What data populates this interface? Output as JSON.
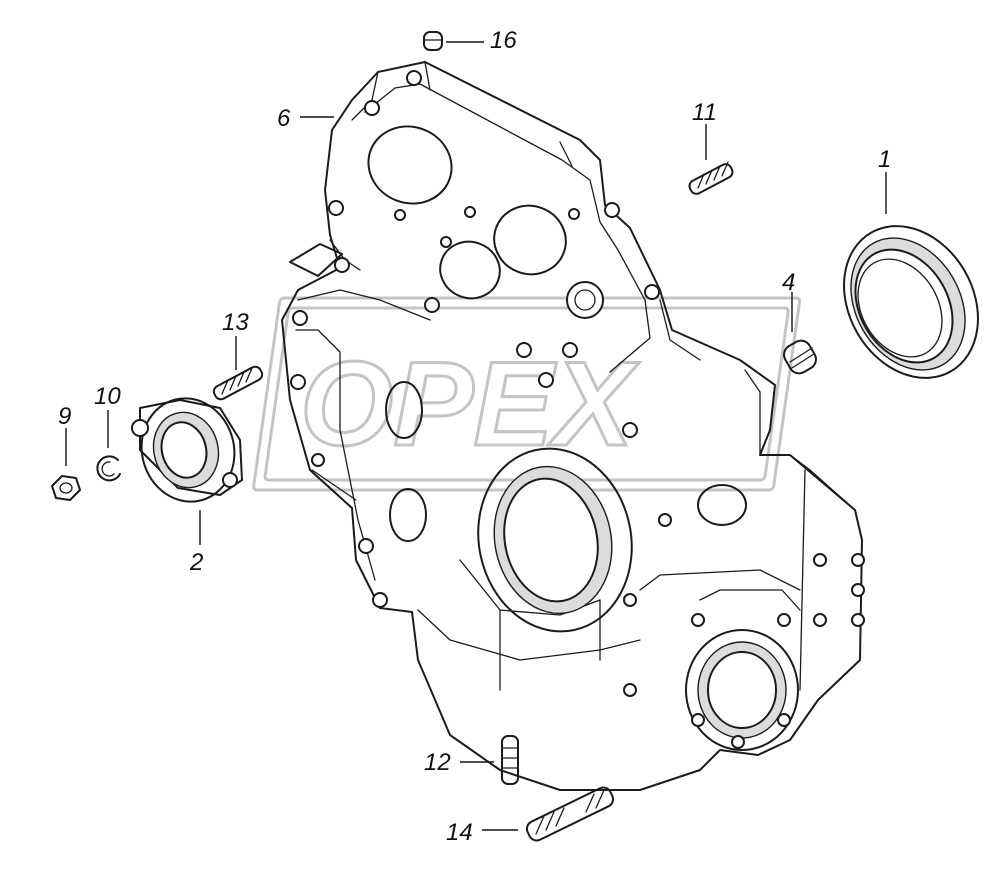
{
  "callouts": [
    {
      "id": "1",
      "label": "1"
    },
    {
      "id": "2",
      "label": "2"
    },
    {
      "id": "4",
      "label": "4"
    },
    {
      "id": "6",
      "label": "6"
    },
    {
      "id": "9",
      "label": "9"
    },
    {
      "id": "10",
      "label": "10"
    },
    {
      "id": "11",
      "label": "11"
    },
    {
      "id": "12",
      "label": "12"
    },
    {
      "id": "13",
      "label": "13"
    },
    {
      "id": "14",
      "label": "14"
    },
    {
      "id": "16",
      "label": "16"
    }
  ],
  "watermark": {
    "text": "OPEX"
  },
  "colors": {
    "line": "#1b1b1b",
    "watermark": "#c4c4c4",
    "background": "#ffffff"
  }
}
